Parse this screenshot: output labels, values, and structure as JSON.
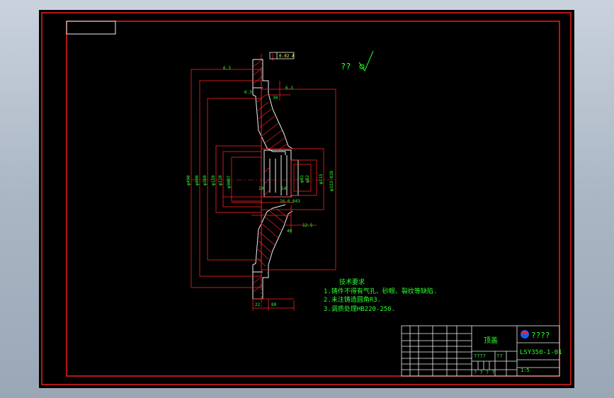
{
  "ui": {
    "bg": "#000000",
    "frame_color": "#ff2020",
    "dim_color": "#2bff2b",
    "text_color": "#f0f0f0"
  },
  "drawing": {
    "roughness_label": "??",
    "tolerance_label": "0.02 A",
    "datum_mark": "A",
    "notes_title": "技术要求",
    "notes": [
      "1.铸件不得有气孔、砂眼、裂纹等缺陷.",
      "2.未注铸造圆角R3.",
      "3.调质处理HB220-250."
    ],
    "dims": {
      "d1": "φ490",
      "d2": "φ400",
      "d3": "φ360",
      "d4": "φ150",
      "d5": "φ110",
      "d6": "φ90H7",
      "d7": "φ91",
      "d8": "φ82",
      "d9": "φ115",
      "d10": "φ333-038",
      "bottom1": "22",
      "bottom2": "80",
      "small1": "30",
      "small2": "10",
      "small3": "40",
      "small4": "14",
      "keyway": "16-0.043",
      "v1": "6.3",
      "v2": "6.3",
      "v3": "6.3",
      "v4": "12.5"
    }
  },
  "title_block": {
    "part_name": "顶盖",
    "company": "????",
    "drawing_no": "LSY350-1-01",
    "scale_text": "1:5",
    "sheet_q": "? ? ? ?",
    "material_q": "????",
    "weight_q": "??"
  }
}
